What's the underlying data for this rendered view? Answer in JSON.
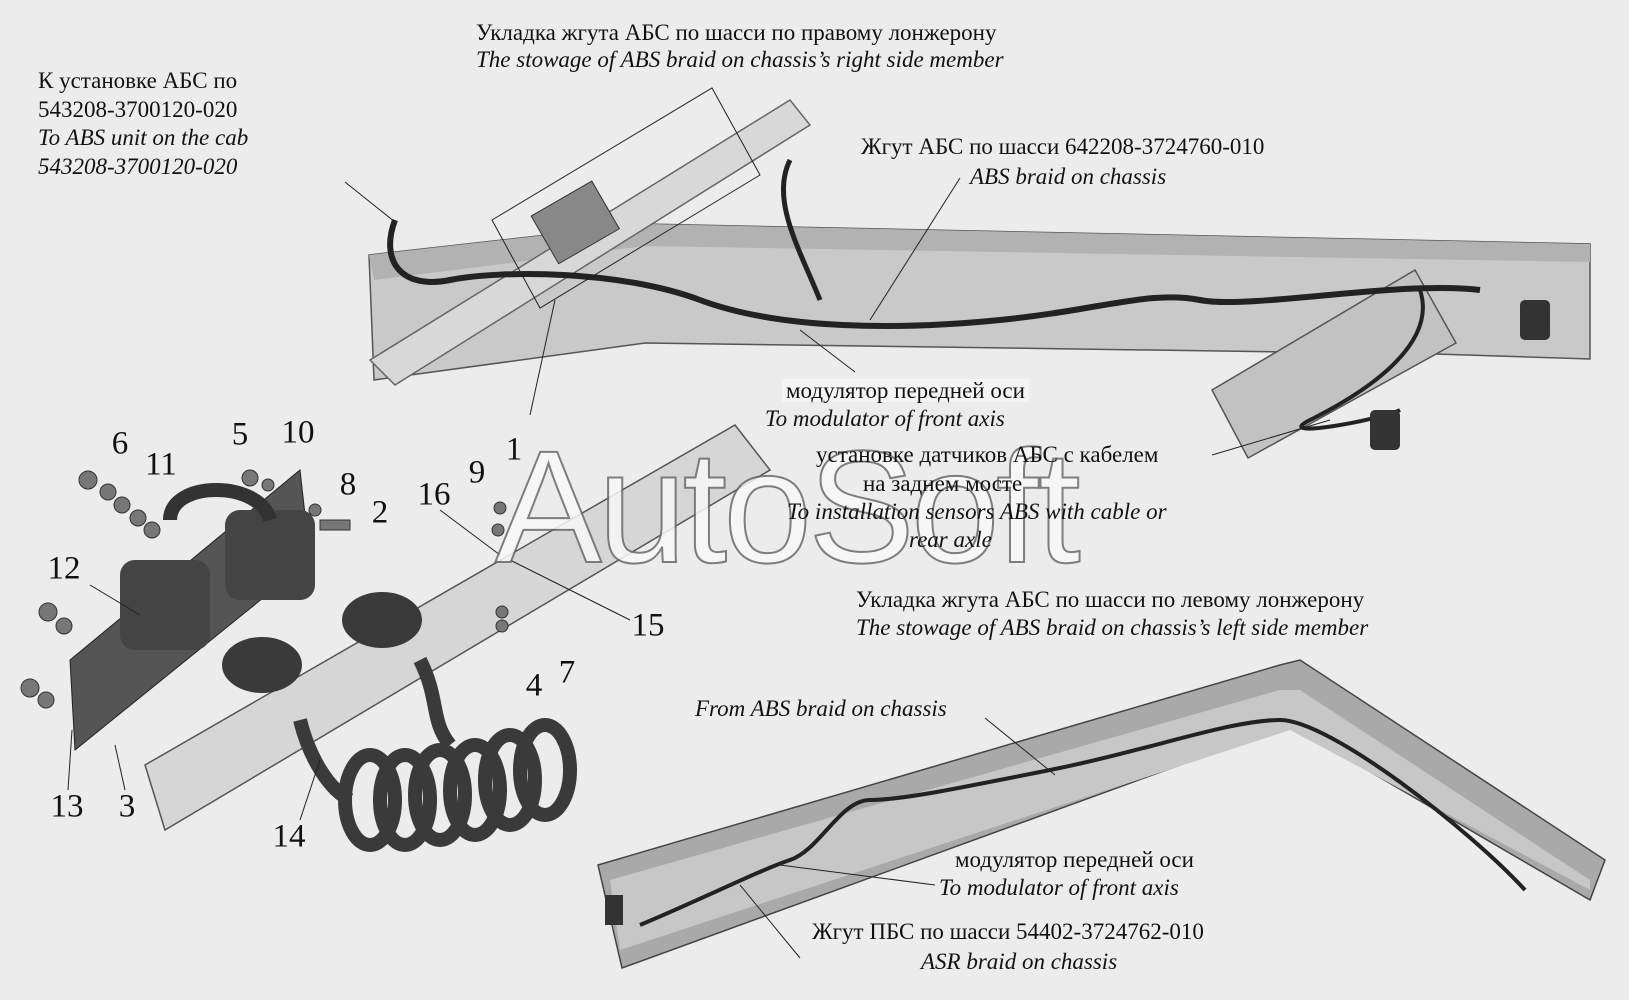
{
  "labels": {
    "right_member_ru": "Укладка жгута АБС по шасси по правому лонжерону",
    "right_member_en": "The stowage of ABS braid on chassis’s right side member",
    "cab_ru_1": "К установке АБС по",
    "cab_ru_2": "543208-3700120-020",
    "cab_en_1": "To ABS unit on the cab",
    "cab_en_2": "543208-3700120-020",
    "abs_braid_ru": "Жгут АБС по шасси 642208-3724760-010",
    "abs_braid_en": "ABS braid on chassis",
    "modulator_top_ru": "модулятор  передней оси",
    "modulator_top_en": "To modulator of front axis",
    "sensors_ru_1": "установке датчиков АБС с кабелем",
    "sensors_ru_2": "на заднем мосте",
    "sensors_en_1": "To installation sensors ABS with cable or",
    "sensors_en_2": "rear axle",
    "left_member_ru": "Укладка жгута АБС по шасси по левому лонжерону",
    "left_member_en": "The stowage of ABS braid on chassis’s left side member",
    "from_abs_en": "From ABS braid on chassis",
    "modulator_bottom_ru": "модулятор  передней оси",
    "modulator_bottom_en": "To modulator of front axis",
    "asr_braid_ru": "Жгут ПБС по шасси 54402-3724762-010",
    "asr_braid_en": "ASR braid on chassis"
  },
  "callouts": [
    "1",
    "2",
    "3",
    "4",
    "5",
    "6",
    "7",
    "8",
    "9",
    "10",
    "11",
    "12",
    "13",
    "14",
    "15",
    "16"
  ],
  "watermark": "AutoSoft"
}
